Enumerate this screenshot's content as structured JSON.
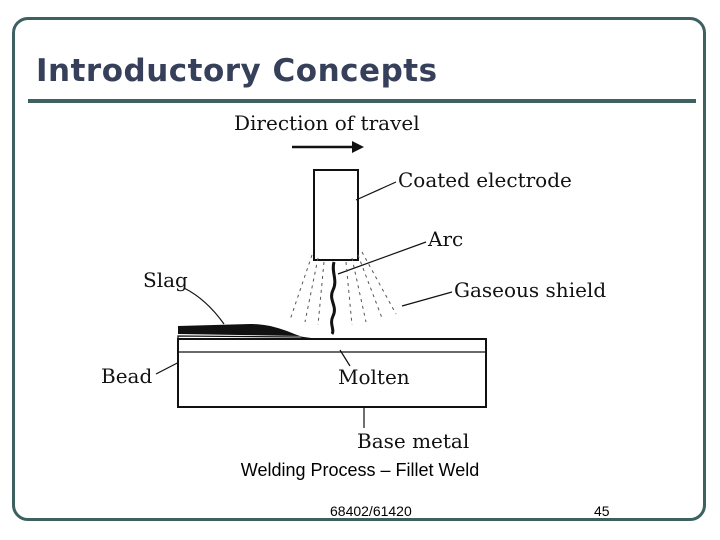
{
  "slide": {
    "title": "Introductory Concepts",
    "caption": "Welding Process – Fillet Weld",
    "footer_code": "68402/61420",
    "page_number": "45"
  },
  "diagram": {
    "labels": {
      "direction": "Direction of travel",
      "electrode": "Coated electrode",
      "arc": "Arc",
      "gaseous_shield": "Gaseous shield",
      "slag": "Slag",
      "bead": "Bead",
      "molten": "Molten",
      "base_metal": "Base metal"
    }
  },
  "colors": {
    "frame": "#3d6060",
    "title": "#36405a"
  }
}
